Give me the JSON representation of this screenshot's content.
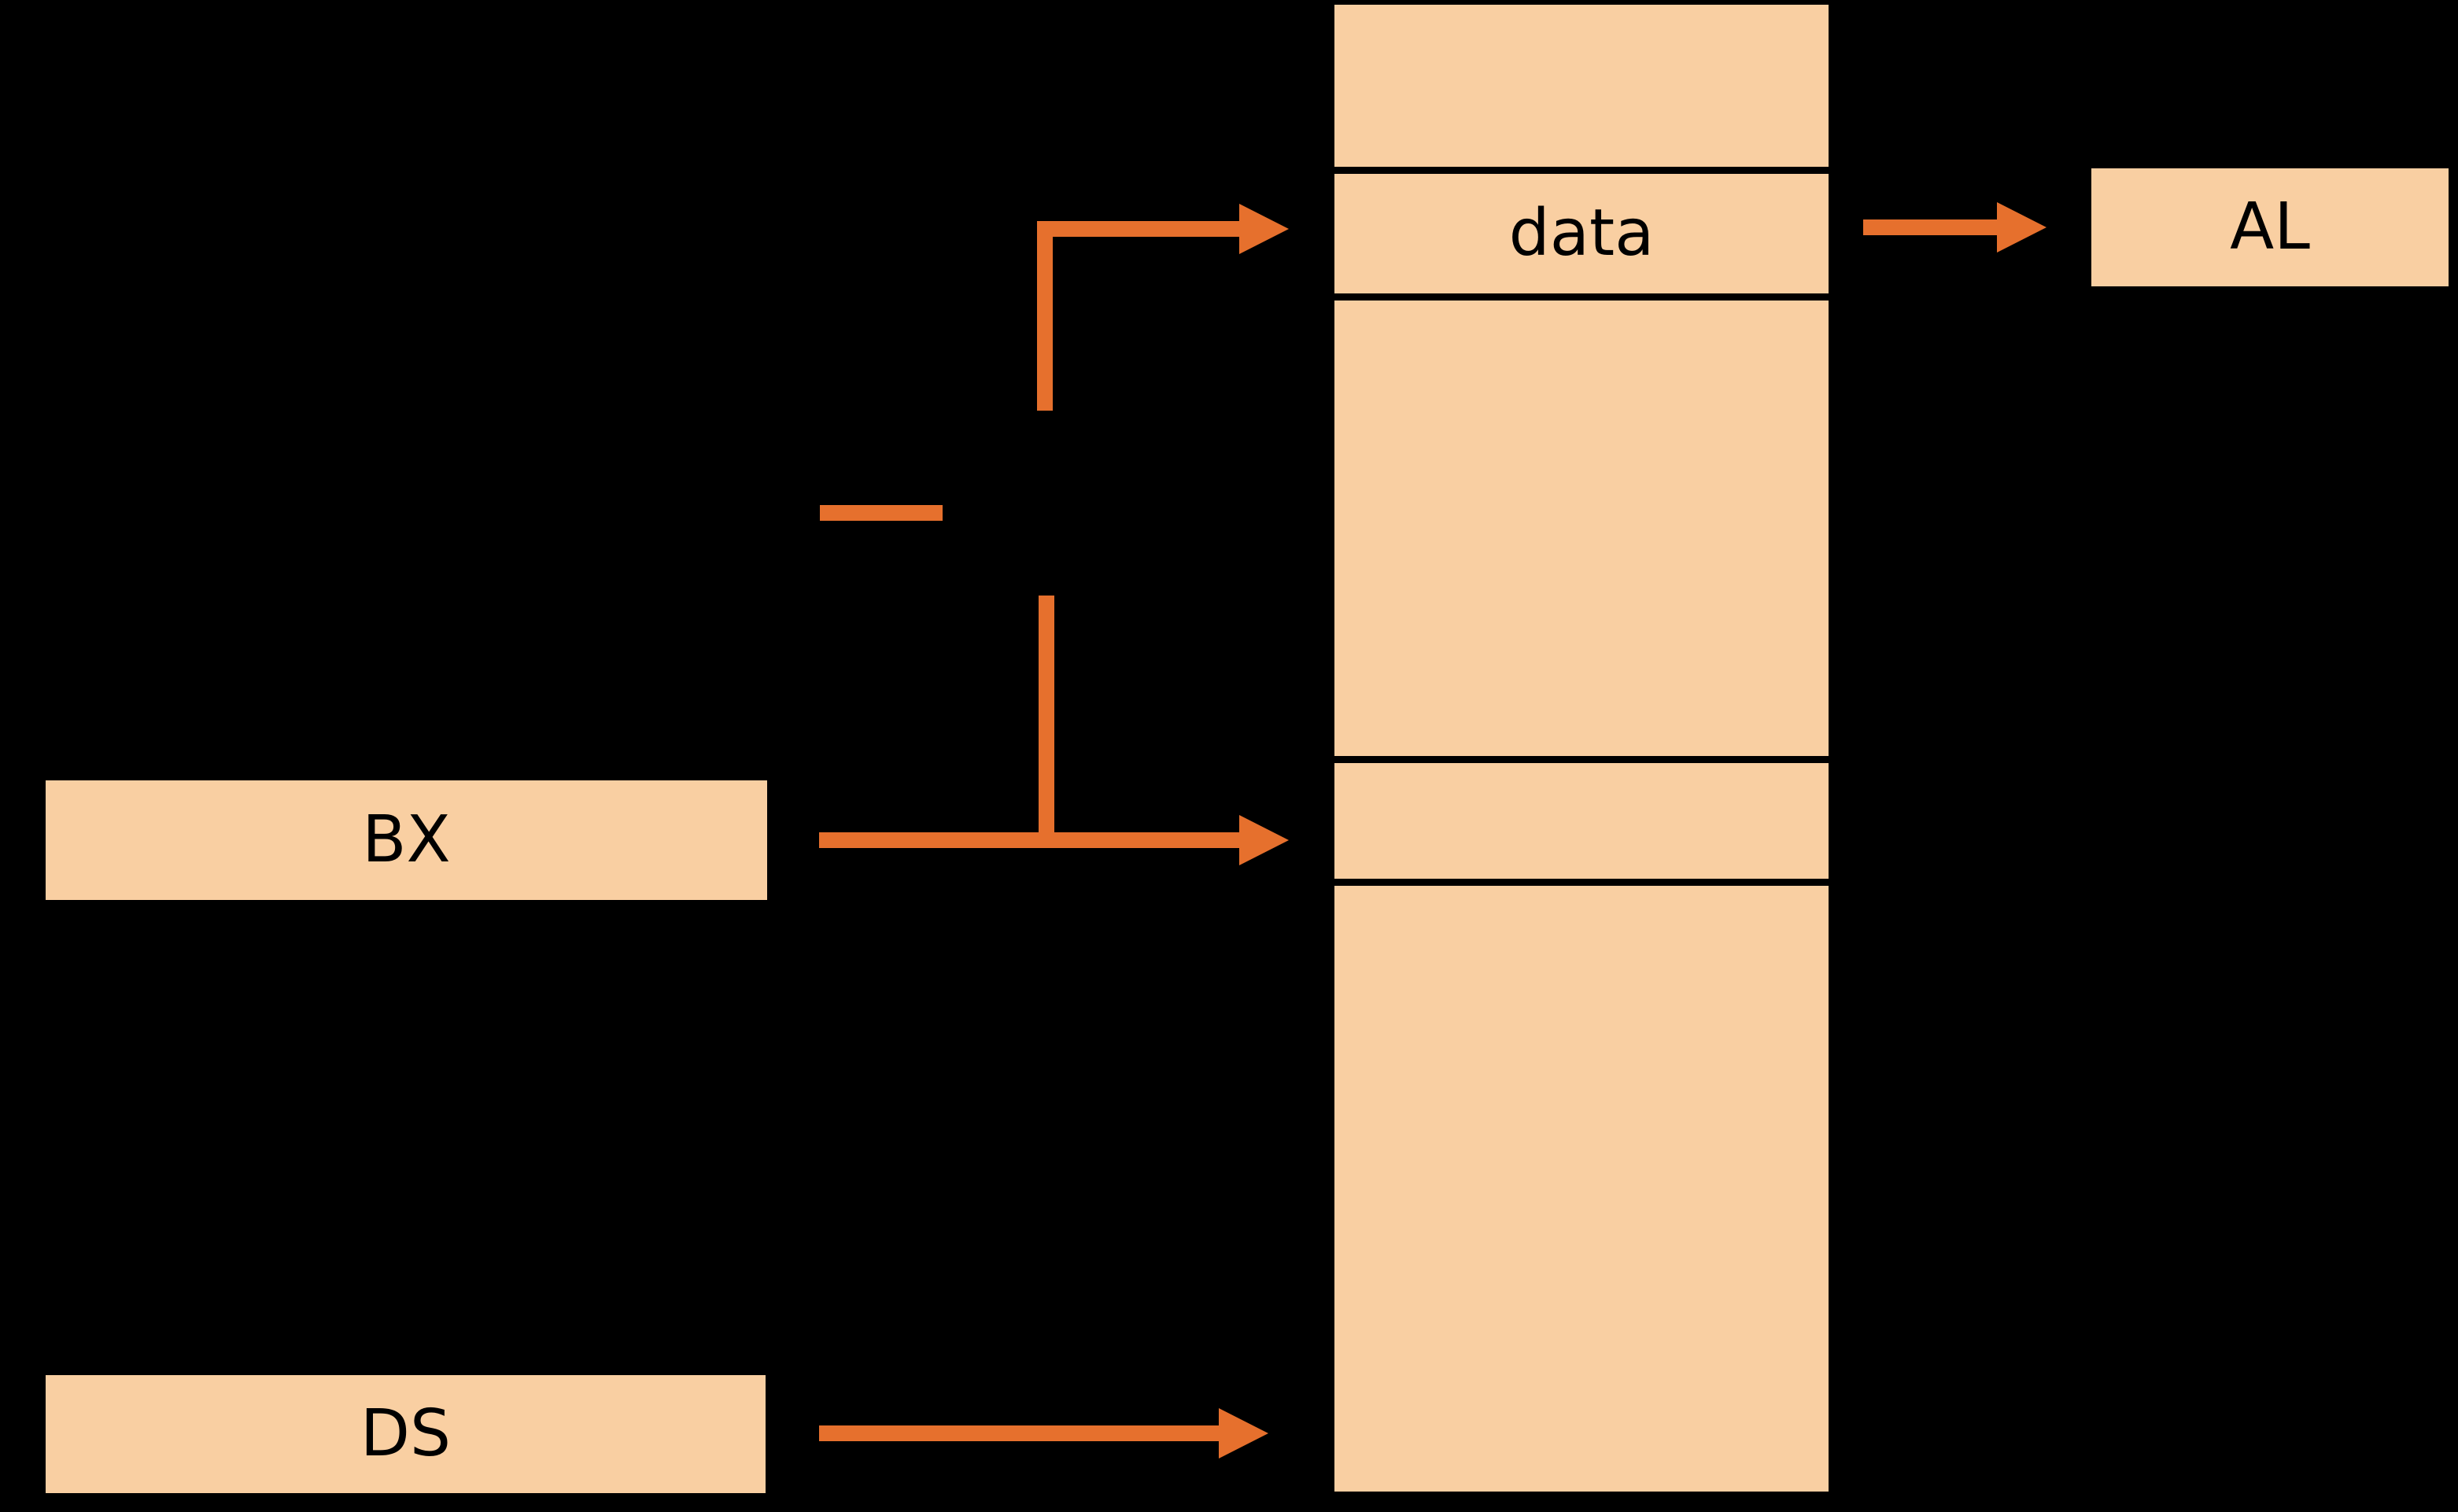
{
  "diagram_title": "register-to-memory addressing diagram",
  "palette": {
    "background": "#000000",
    "box_fill": "#F9CFA2",
    "arrow": "#E6702D",
    "divider": "#000000",
    "text": "#000000"
  },
  "memory": {
    "data_label": "data"
  },
  "registers": {
    "bx": "BX",
    "ds": "DS",
    "al": "AL"
  }
}
